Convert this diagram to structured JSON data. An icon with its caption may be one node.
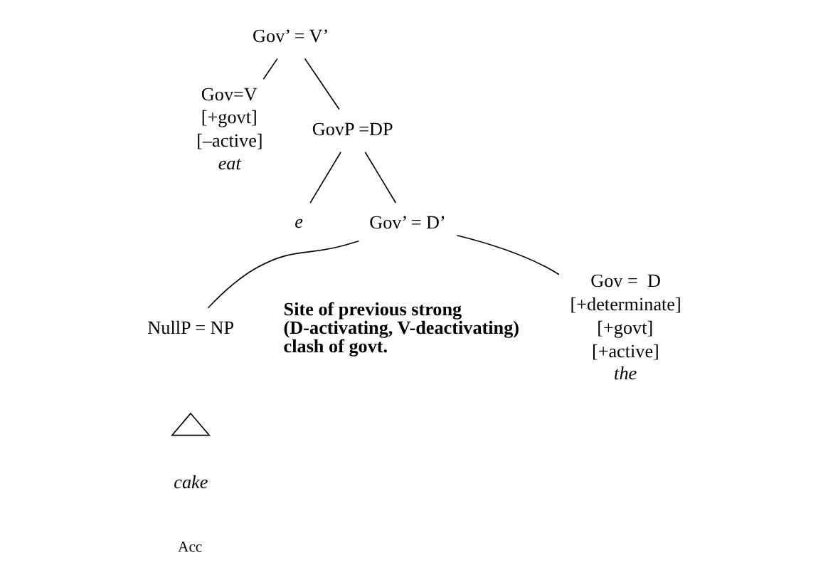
{
  "diagram": {
    "nodes": [
      {
        "text": [
          "Gov’ = V’"
        ]
      },
      {
        "text": [
          "Gov=V"
        ],
        "beside": [
          "[+govt]",
          "[–active]",
          "eat"
        ]
      },
      {
        "text": [
          "GovP =DP"
        ]
      },
      {
        "text": [
          "e"
        ]
      },
      {
        "text": [
          "Gov’ = D’"
        ]
      },
      {
        "text": [
          "Gov =  D"
        ],
        "beside": [
          "[+determinate]",
          "[+govt]",
          "[+active]",
          "the"
        ]
      },
      {
        "text": [
          "NullP = NP"
        ]
      },
      {
        "text": [],
        "shape": "triangle",
        "beside": [
          "cake"
        ]
      }
    ],
    "edges": [
      {
        "from": 0,
        "to": 1,
        "arrow": "none"
      },
      {
        "from": 0,
        "to": 2,
        "arrow": "none"
      },
      {
        "from": 2,
        "to": 3,
        "arrow": "none"
      },
      {
        "from": 2,
        "to": 4,
        "arrow": "none"
      },
      {
        "from": 4,
        "to": 5,
        "arrow": "none"
      },
      {
        "from": 4,
        "to": 6,
        "arrow": "none"
      }
    ],
    "labels": [
      "Site of previous strong (D-activating, V-deactivating) clash of govt.",
      "Acc"
    ]
  }
}
